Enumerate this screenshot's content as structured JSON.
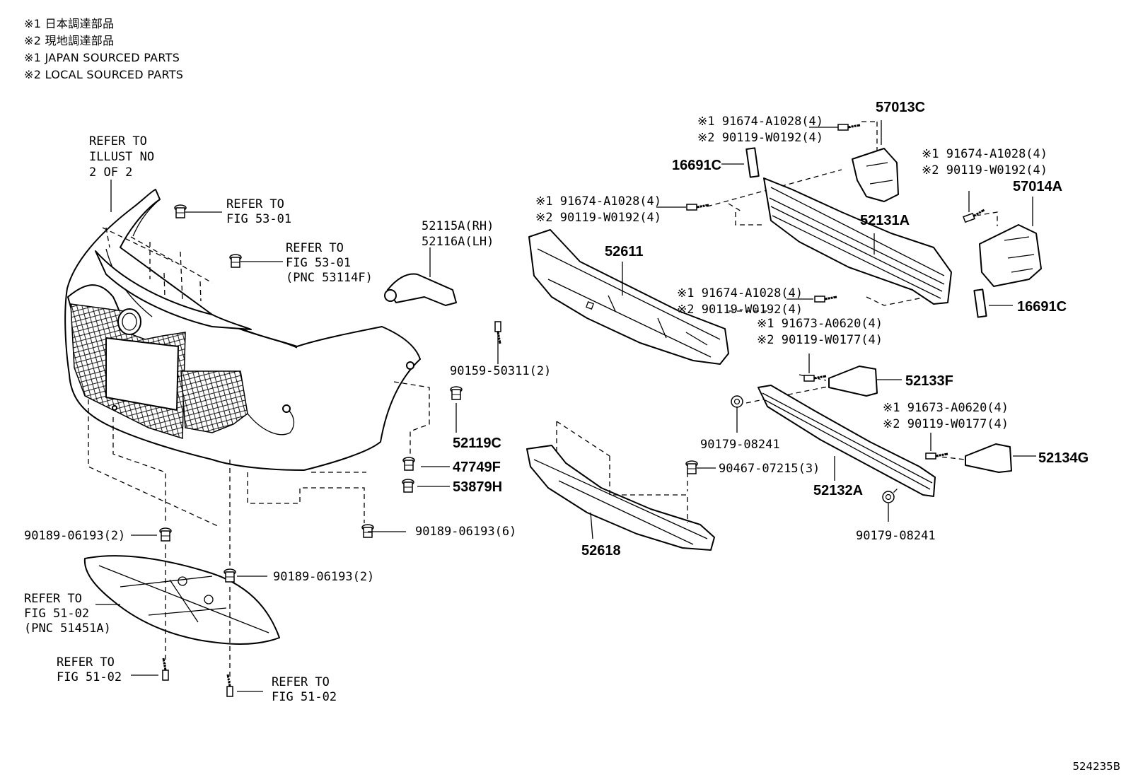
{
  "legend": {
    "line1": "※1 日本調達部品",
    "line2": "※2 現地調達部品",
    "line3": "※1 JAPAN SOURCED PARTS",
    "line4": "※2 LOCAL SOURCED PARTS"
  },
  "figure_id": "524235B",
  "callouts": {
    "refer_top_a": "REFER TO",
    "refer_top_b": "ILLUST NO",
    "refer_top_c": "2 OF 2",
    "refer_53_01_a1": "REFER TO",
    "refer_53_01_a2": "FIG 53-01",
    "refer_53_01_b1": "REFER TO",
    "refer_53_01_b2": "FIG 53-01",
    "refer_53_01_b3": "(PNC 53114F)",
    "refer_51_02_a1": "REFER TO",
    "refer_51_02_a2": "FIG 51-02",
    "refer_51_02_a3": "(PNC 51451A)",
    "refer_51_02_b1": "REFER TO",
    "refer_51_02_b2": "FIG 51-02",
    "refer_51_02_c1": "REFER TO",
    "refer_51_02_c2": "FIG 51-02"
  },
  "parts": {
    "p52115A": "52115A(RH)",
    "p52116A": "52116A(LH)",
    "p90159": "90159-50311(2)",
    "p52119C": "52119C",
    "p47749F": "47749F",
    "p53879H": "53879H",
    "p90189_6": "90189-06193(6)",
    "p90189_2a": "90189-06193(2)",
    "p90189_2b": "90189-06193(2)",
    "p52611": "52611",
    "p52618": "52618",
    "p57013C": "57013C",
    "p57014A": "57014A",
    "p16691C_a": "16691C",
    "p16691C_b": "16691C",
    "p52131A": "52131A",
    "p52133F": "52133F",
    "p52134G": "52134G",
    "p52132A": "52132A",
    "p90179_a": "90179-08241",
    "p90179_b": "90179-08241",
    "p90467": "90467-07215(3)",
    "bolt_top_1": "※1 91674-A1028(4)",
    "bolt_top_2": "※2 90119-W0192(4)",
    "bolt_right_1": "※1 91674-A1028(4)",
    "bolt_right_2": "※2 90119-W0192(4)",
    "bolt_left_1": "※1 91674-A1028(4)",
    "bolt_left_2": "※2 90119-W0192(4)",
    "bolt_mid_1": "※1 91674-A1028(4)",
    "bolt_mid_2": "※2 90119-W0192(4)",
    "bolt_low_1": "※1 91673-A0620(4)",
    "bolt_low_2": "※2 90119-W0177(4)",
    "bolt_lowr_1": "※1 91673-A0620(4)",
    "bolt_lowr_2": "※2 90119-W0177(4)"
  }
}
